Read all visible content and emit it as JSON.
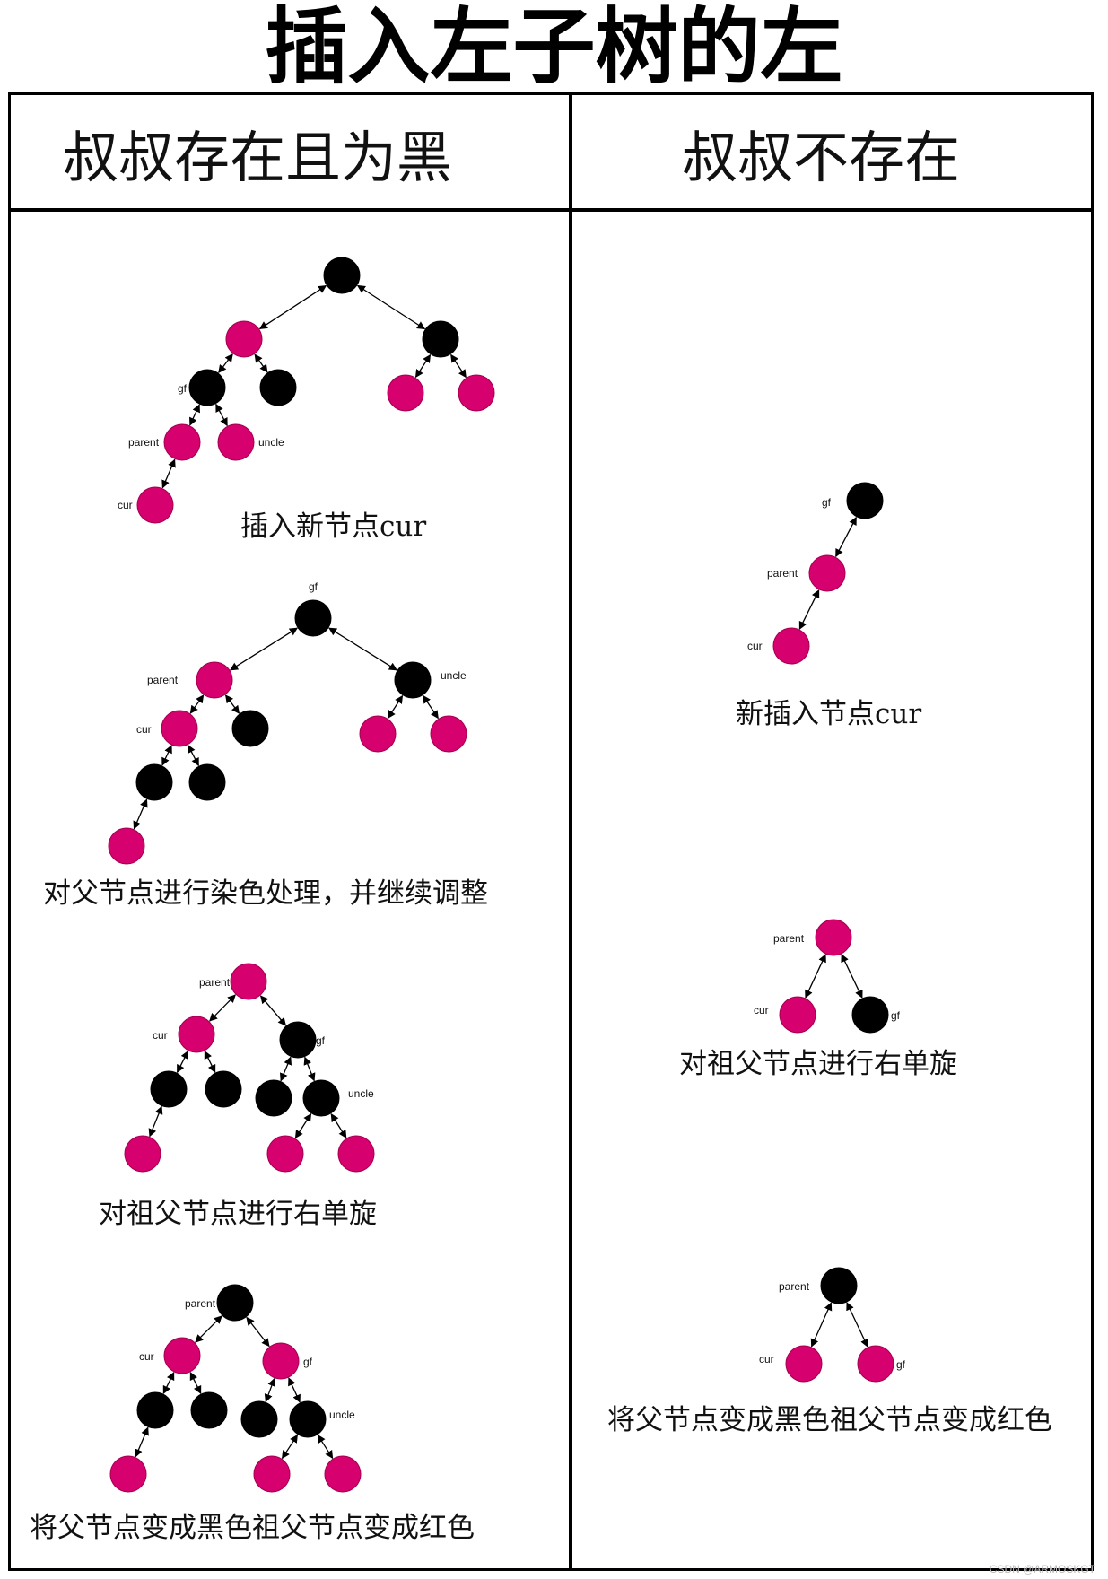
{
  "title": "插入左子树的左",
  "columns": {
    "left_header": "叔叔存在且为黑",
    "right_header": "叔叔不存在"
  },
  "captions": {
    "l1": "插入新节点cur",
    "l2": "对父节点进行染色处理，并继续调整",
    "l3": "对祖父节点进行右单旋",
    "l4": "将父节点变成黑色祖父节点变成红色",
    "r1": "新插入节点cur",
    "r2": "对祖父节点进行右单旋",
    "r3": "将父节点变成黑色祖父节点变成红色"
  },
  "labels": {
    "gf": "gf",
    "parent": "parent",
    "uncle": "uncle",
    "cur": "cur"
  },
  "colors": {
    "red": "#d6006e",
    "black": "#000000"
  },
  "watermark": "CSDN @ARMOSKGT"
}
